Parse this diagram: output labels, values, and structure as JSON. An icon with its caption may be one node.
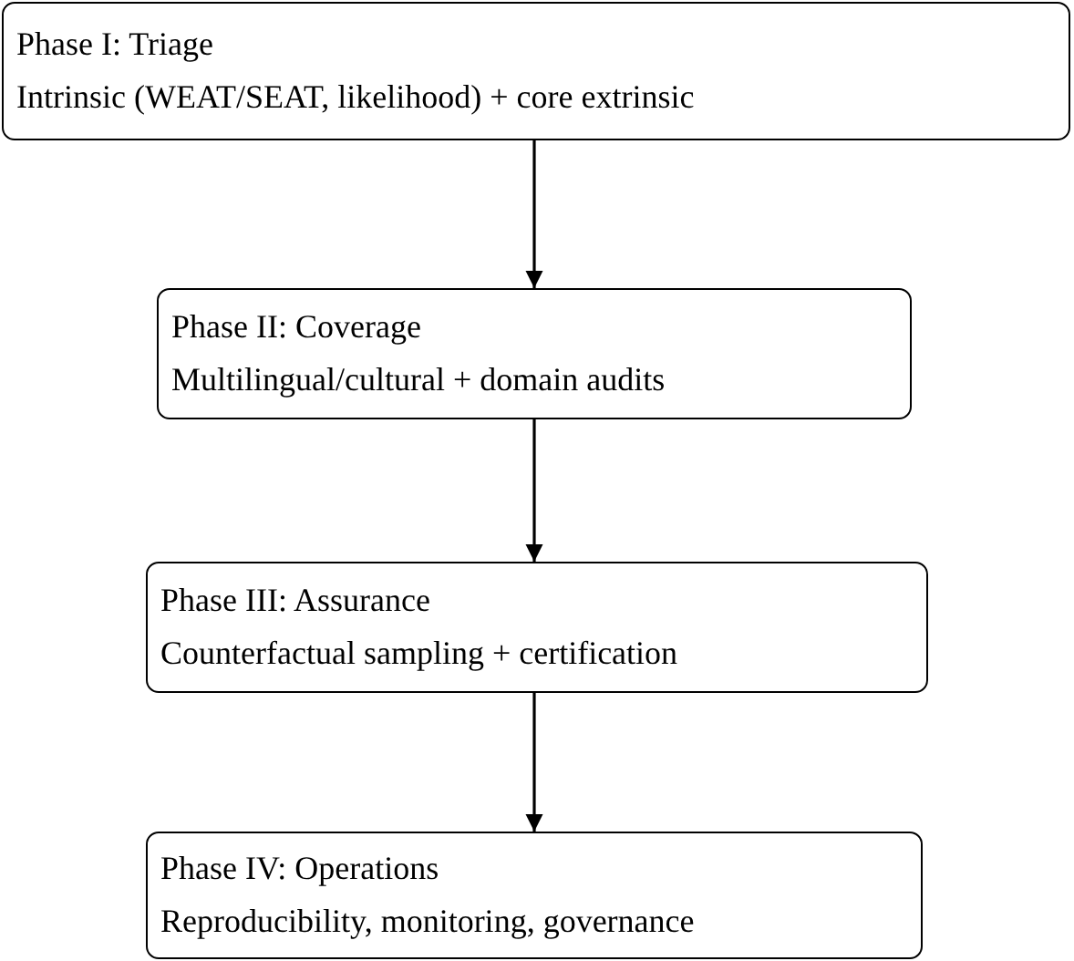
{
  "diagram": {
    "nodes": [
      {
        "text": [
          "Phase I: Triage",
          "Intrinsic (WEAT/SEAT, likelihood) + core extrinsic"
        ]
      },
      {
        "text": [
          "Phase II: Coverage",
          "Multilingual/cultural + domain audits"
        ]
      },
      {
        "text": [
          "Phase III: Assurance",
          "Counterfactual sampling + certification"
        ]
      },
      {
        "text": [
          "Phase IV: Operations",
          "Reproducibility, monitoring, governance"
        ]
      }
    ],
    "edges": [
      {
        "from": 0,
        "to": 1,
        "arrow": "to"
      },
      {
        "from": 1,
        "to": 2,
        "arrow": "to"
      },
      {
        "from": 2,
        "to": 3,
        "arrow": "to"
      }
    ]
  }
}
